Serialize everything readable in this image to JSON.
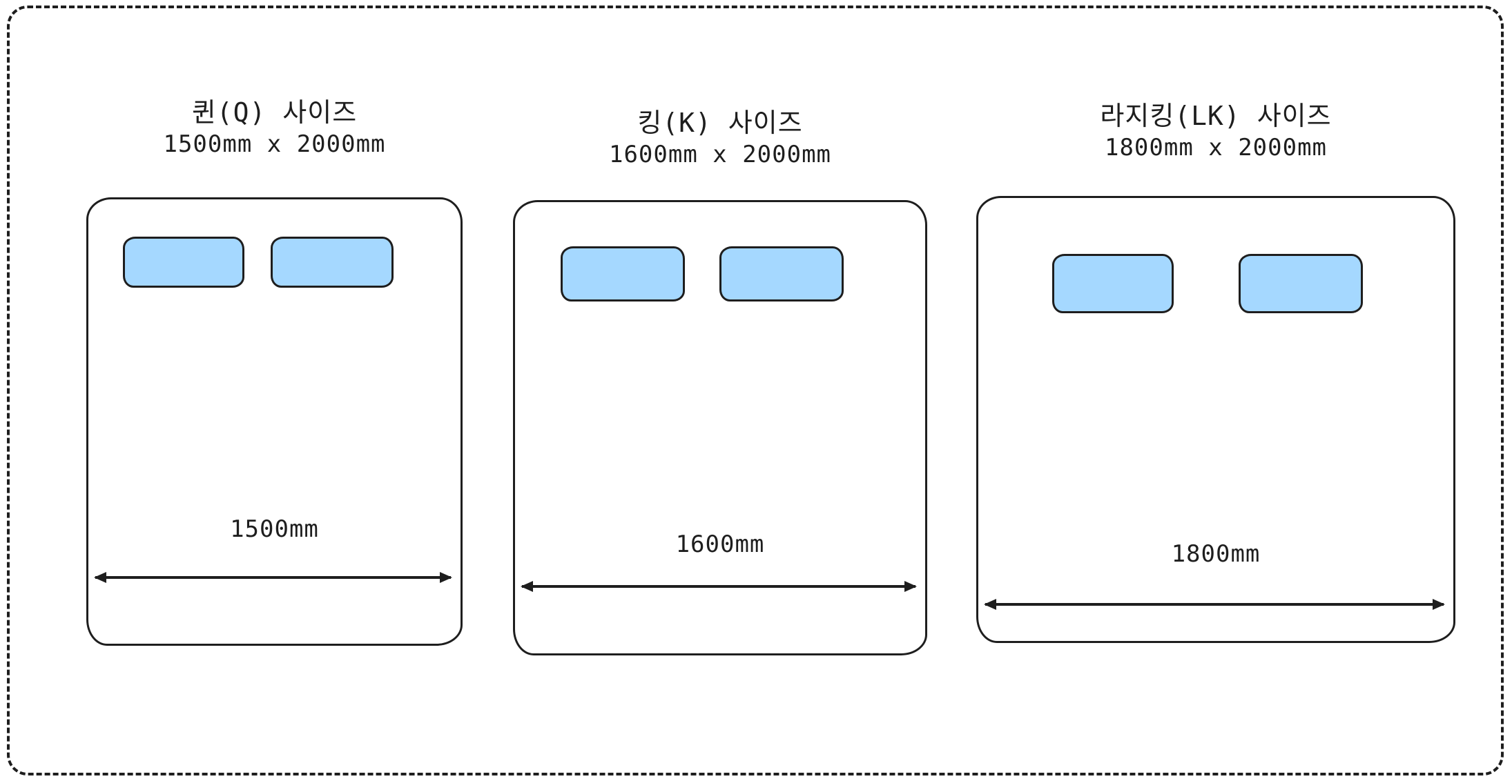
{
  "palette": {
    "background": "#ffffff",
    "stroke": "#1e1e1e",
    "pillow_fill": "#a5d8ff"
  },
  "beds": [
    {
      "name": "queen",
      "title": "퀸(Q) 사이즈",
      "dimensions": "1500mm x 2000mm",
      "width_label": "1500mm"
    },
    {
      "name": "king",
      "title": "킹(K) 사이즈",
      "dimensions": "1600mm x 2000mm",
      "width_label": "1600mm"
    },
    {
      "name": "large-king",
      "title": "라지킹(LK) 사이즈",
      "dimensions": "1800mm x 2000mm",
      "width_label": "1800mm"
    }
  ]
}
